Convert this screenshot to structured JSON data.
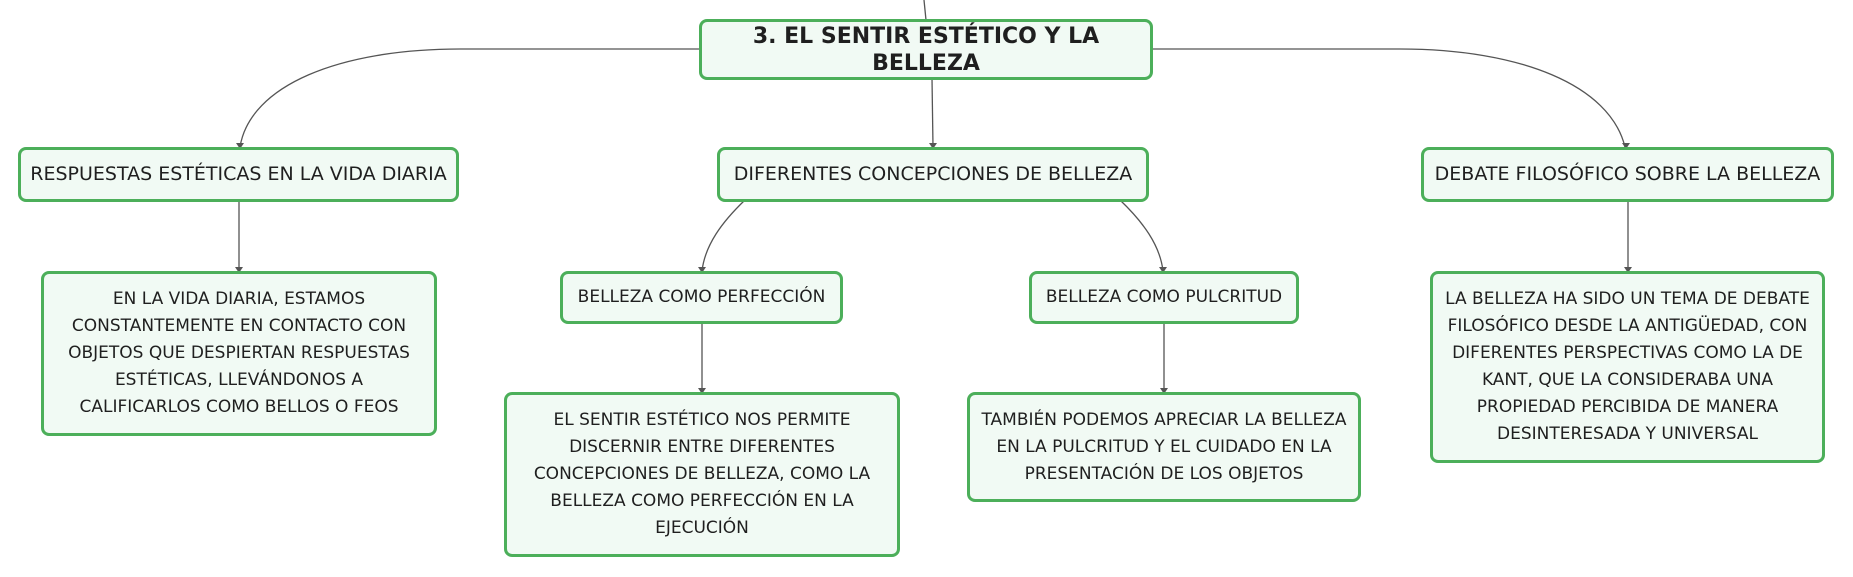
{
  "mindmap": {
    "root": {
      "label": "3. EL SENTIR ESTÉTICO Y LA BELLEZA"
    },
    "branches": [
      {
        "label": "RESPUESTAS ESTÉTICAS EN LA VIDA DIARIA",
        "detail": "EN LA VIDA DIARIA, ESTAMOS CONSTANTEMENTE EN CONTACTO CON OBJETOS QUE DESPIERTAN RESPUESTAS ESTÉTICAS, LLEVÁNDONOS A CALIFICARLOS COMO BELLOS O FEOS"
      },
      {
        "label": "DIFERENTES CONCEPCIONES DE BELLEZA",
        "children": [
          {
            "label": "BELLEZA COMO PERFECCIÓN",
            "detail": "EL SENTIR ESTÉTICO NOS PERMITE DISCERNIR ENTRE DIFERENTES CONCEPCIONES DE BELLEZA, COMO LA BELLEZA COMO PERFECCIÓN EN LA EJECUCIÓN"
          },
          {
            "label": "BELLEZA COMO PULCRITUD",
            "detail": "TAMBIÉN PODEMOS APRECIAR LA BELLEZA EN LA PULCRITUD Y EL CUIDADO EN LA PRESENTACIÓN DE LOS OBJETOS"
          }
        ]
      },
      {
        "label": "DEBATE FILOSÓFICO SOBRE LA BELLEZA",
        "detail": "LA BELLEZA HA SIDO UN TEMA DE DEBATE FILOSÓFICO DESDE LA ANTIGÜEDAD, CON DIFERENTES PERSPECTIVAS COMO LA DE KANT, QUE LA CONSIDERABA UNA PROPIEDAD PERCIBIDA DE MANERA DESINTERESADA Y UNIVERSAL"
      }
    ]
  },
  "colors": {
    "node_border": "#4caf5a",
    "node_fill": "#f1faf4",
    "link": "#555555"
  }
}
